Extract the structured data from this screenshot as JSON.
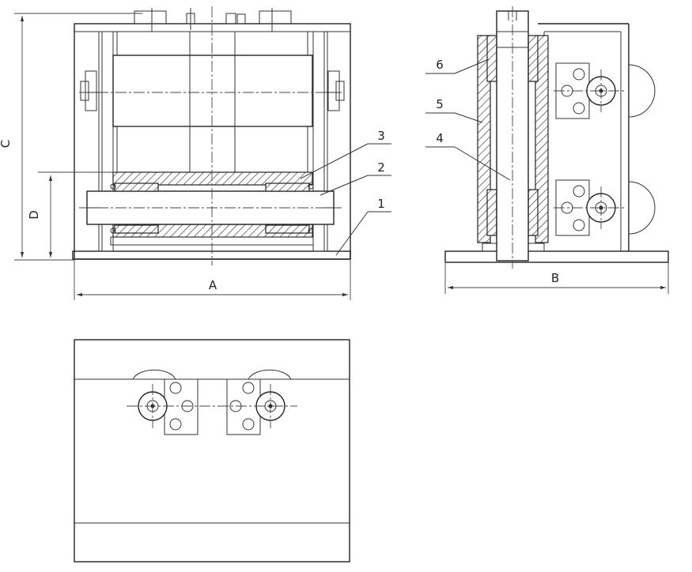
{
  "dimensions": {
    "A": "A",
    "B": "B",
    "C": "C",
    "D": "D"
  },
  "callouts": [
    "1",
    "2",
    "3",
    "4",
    "5",
    "6"
  ]
}
